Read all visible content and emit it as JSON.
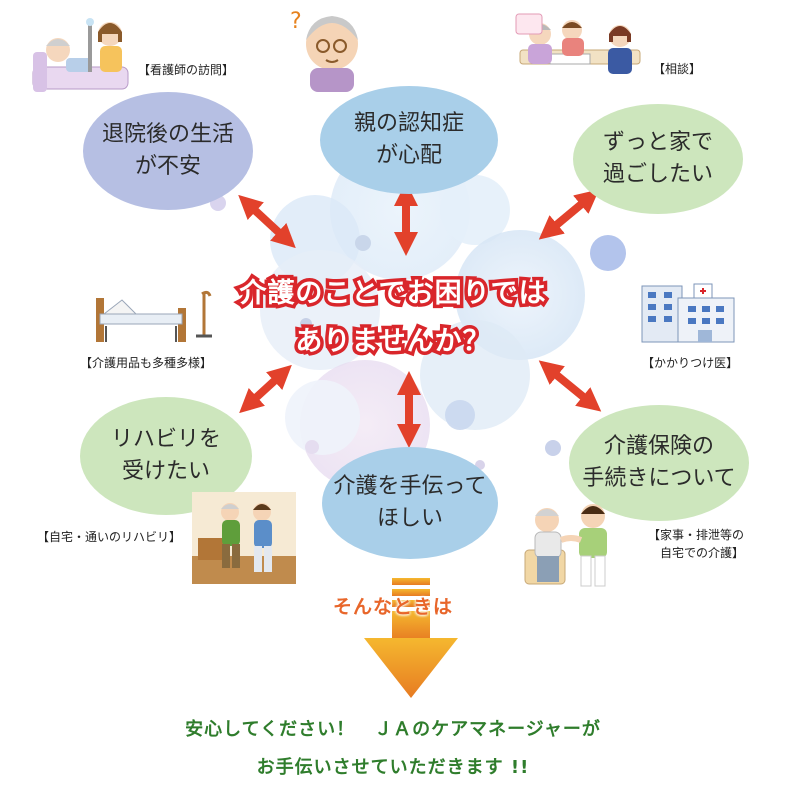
{
  "center": {
    "line1": "介護のことでお困りでは",
    "line2": "ありませんか？"
  },
  "concerns": [
    {
      "id": "after-discharge",
      "text": "退院後の生活\nが不安",
      "color": "#b6bfe3"
    },
    {
      "id": "parent-dementia",
      "text": "親の認知症\nが心配",
      "color": "#a9cfe9"
    },
    {
      "id": "stay-home",
      "text": "ずっと家で\n過ごしたい",
      "color": "#cde6bd"
    },
    {
      "id": "rehab",
      "text": "リハビリを\n受けたい",
      "color": "#cde6bd"
    },
    {
      "id": "help-care",
      "text": "介護を手伝って\nほしい",
      "color": "#a9cfe9"
    },
    {
      "id": "insurance",
      "text": "介護保険の\n手続きについて",
      "color": "#cde6bd"
    }
  ],
  "tags": {
    "nurse_visit": "【看護師の訪問】",
    "consult": "【相談】",
    "equipment": "【介護用品も多種多様】",
    "family_doctor": "【かかりつけ医】",
    "home_rehab": "【自宅・通いのリハビリ】",
    "housework": "【家事・排泄等の\n　自宅での介護】"
  },
  "transition": "そんなときは",
  "bottom": {
    "line1": "安心してください！　ＪＡのケアマネージャーが",
    "line2": "お手伝いさせていただきます !!"
  },
  "colors": {
    "arrow": "#e2412b",
    "accent_red": "#d9262b",
    "green_text": "#2f7d2c",
    "orange_text": "#e8662a",
    "down_arrow_top": "#f5b82f",
    "down_arrow_bottom": "#e77b22"
  }
}
